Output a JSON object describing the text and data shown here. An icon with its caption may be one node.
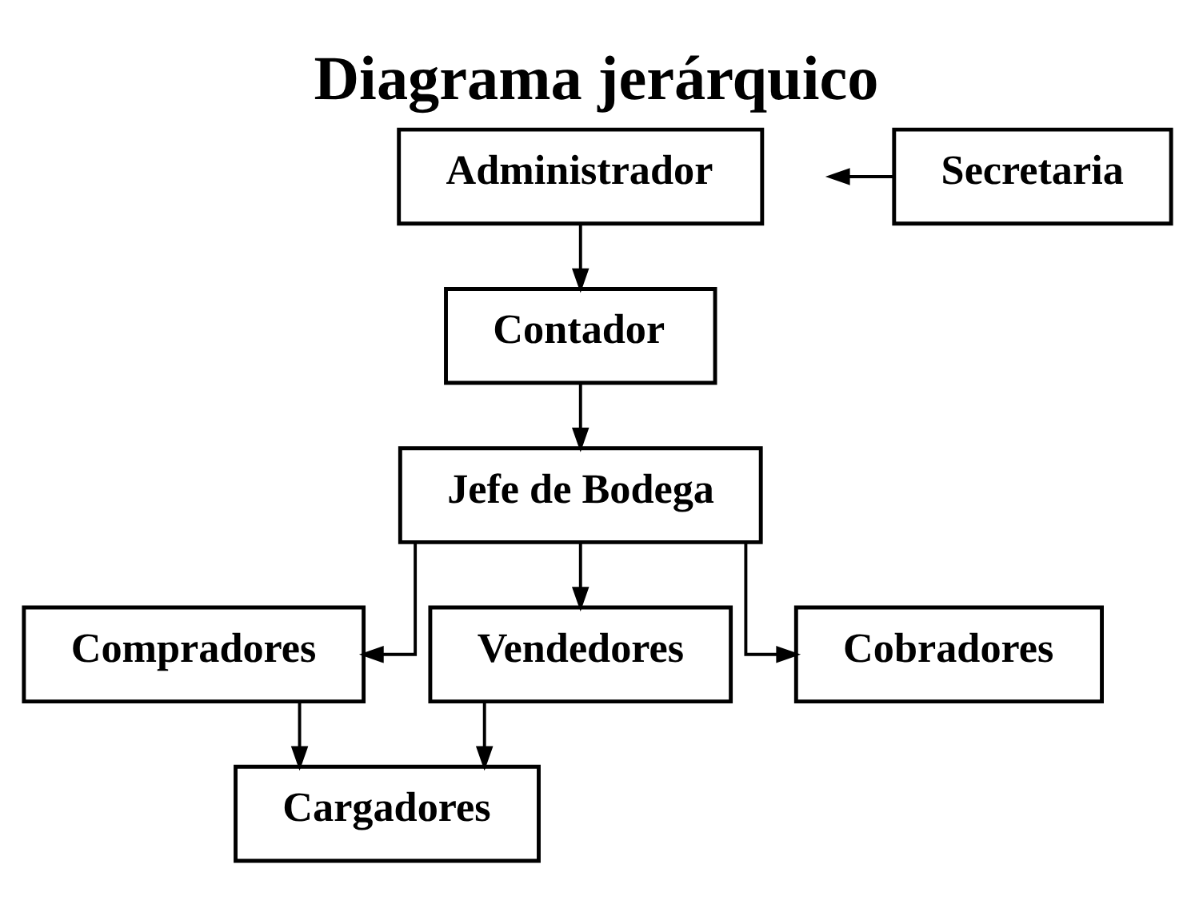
{
  "diagram": {
    "title": "Diagrama jerárquico",
    "nodes": [
      {
        "text": [
          "Administrador"
        ]
      },
      {
        "text": [
          "Secretaria"
        ]
      },
      {
        "text": [
          "Contador"
        ]
      },
      {
        "text": [
          "Jefe de Bodega"
        ]
      },
      {
        "text": [
          "Compradores"
        ]
      },
      {
        "text": [
          "Vendedores"
        ]
      },
      {
        "text": [
          "Cobradores"
        ]
      },
      {
        "text": [
          "Cargadores"
        ]
      }
    ],
    "edges": [
      {
        "from": 0,
        "to": 2,
        "arrow": "to"
      },
      {
        "from": 1,
        "to": null,
        "arrow": "to"
      },
      {
        "from": 2,
        "to": 3,
        "arrow": "to"
      },
      {
        "from": 3,
        "to": 4,
        "arrow": "to"
      },
      {
        "from": 3,
        "to": 5,
        "arrow": "to"
      },
      {
        "from": 3,
        "to": 6,
        "arrow": "to"
      },
      {
        "from": 4,
        "to": 7,
        "arrow": "to"
      },
      {
        "from": 5,
        "to": 7,
        "arrow": "to"
      }
    ]
  }
}
